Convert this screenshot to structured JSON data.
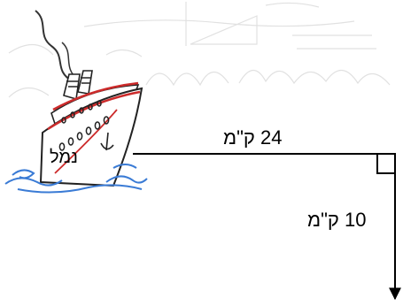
{
  "diagram": {
    "port_label": "נמל",
    "leg_east_label": "24 ק\"מ",
    "leg_south_label": "10 ק\"מ"
  },
  "colors": {
    "arrow": "#000000",
    "hull_stripe": "#cc2b2b",
    "waves": "#3a7bd5",
    "background_math": "#e3e3e3"
  },
  "icons": {
    "ship": "cruise-ship-icon",
    "waves": "sea-waves-icon",
    "backdrop": "math-formulas-backdrop"
  }
}
